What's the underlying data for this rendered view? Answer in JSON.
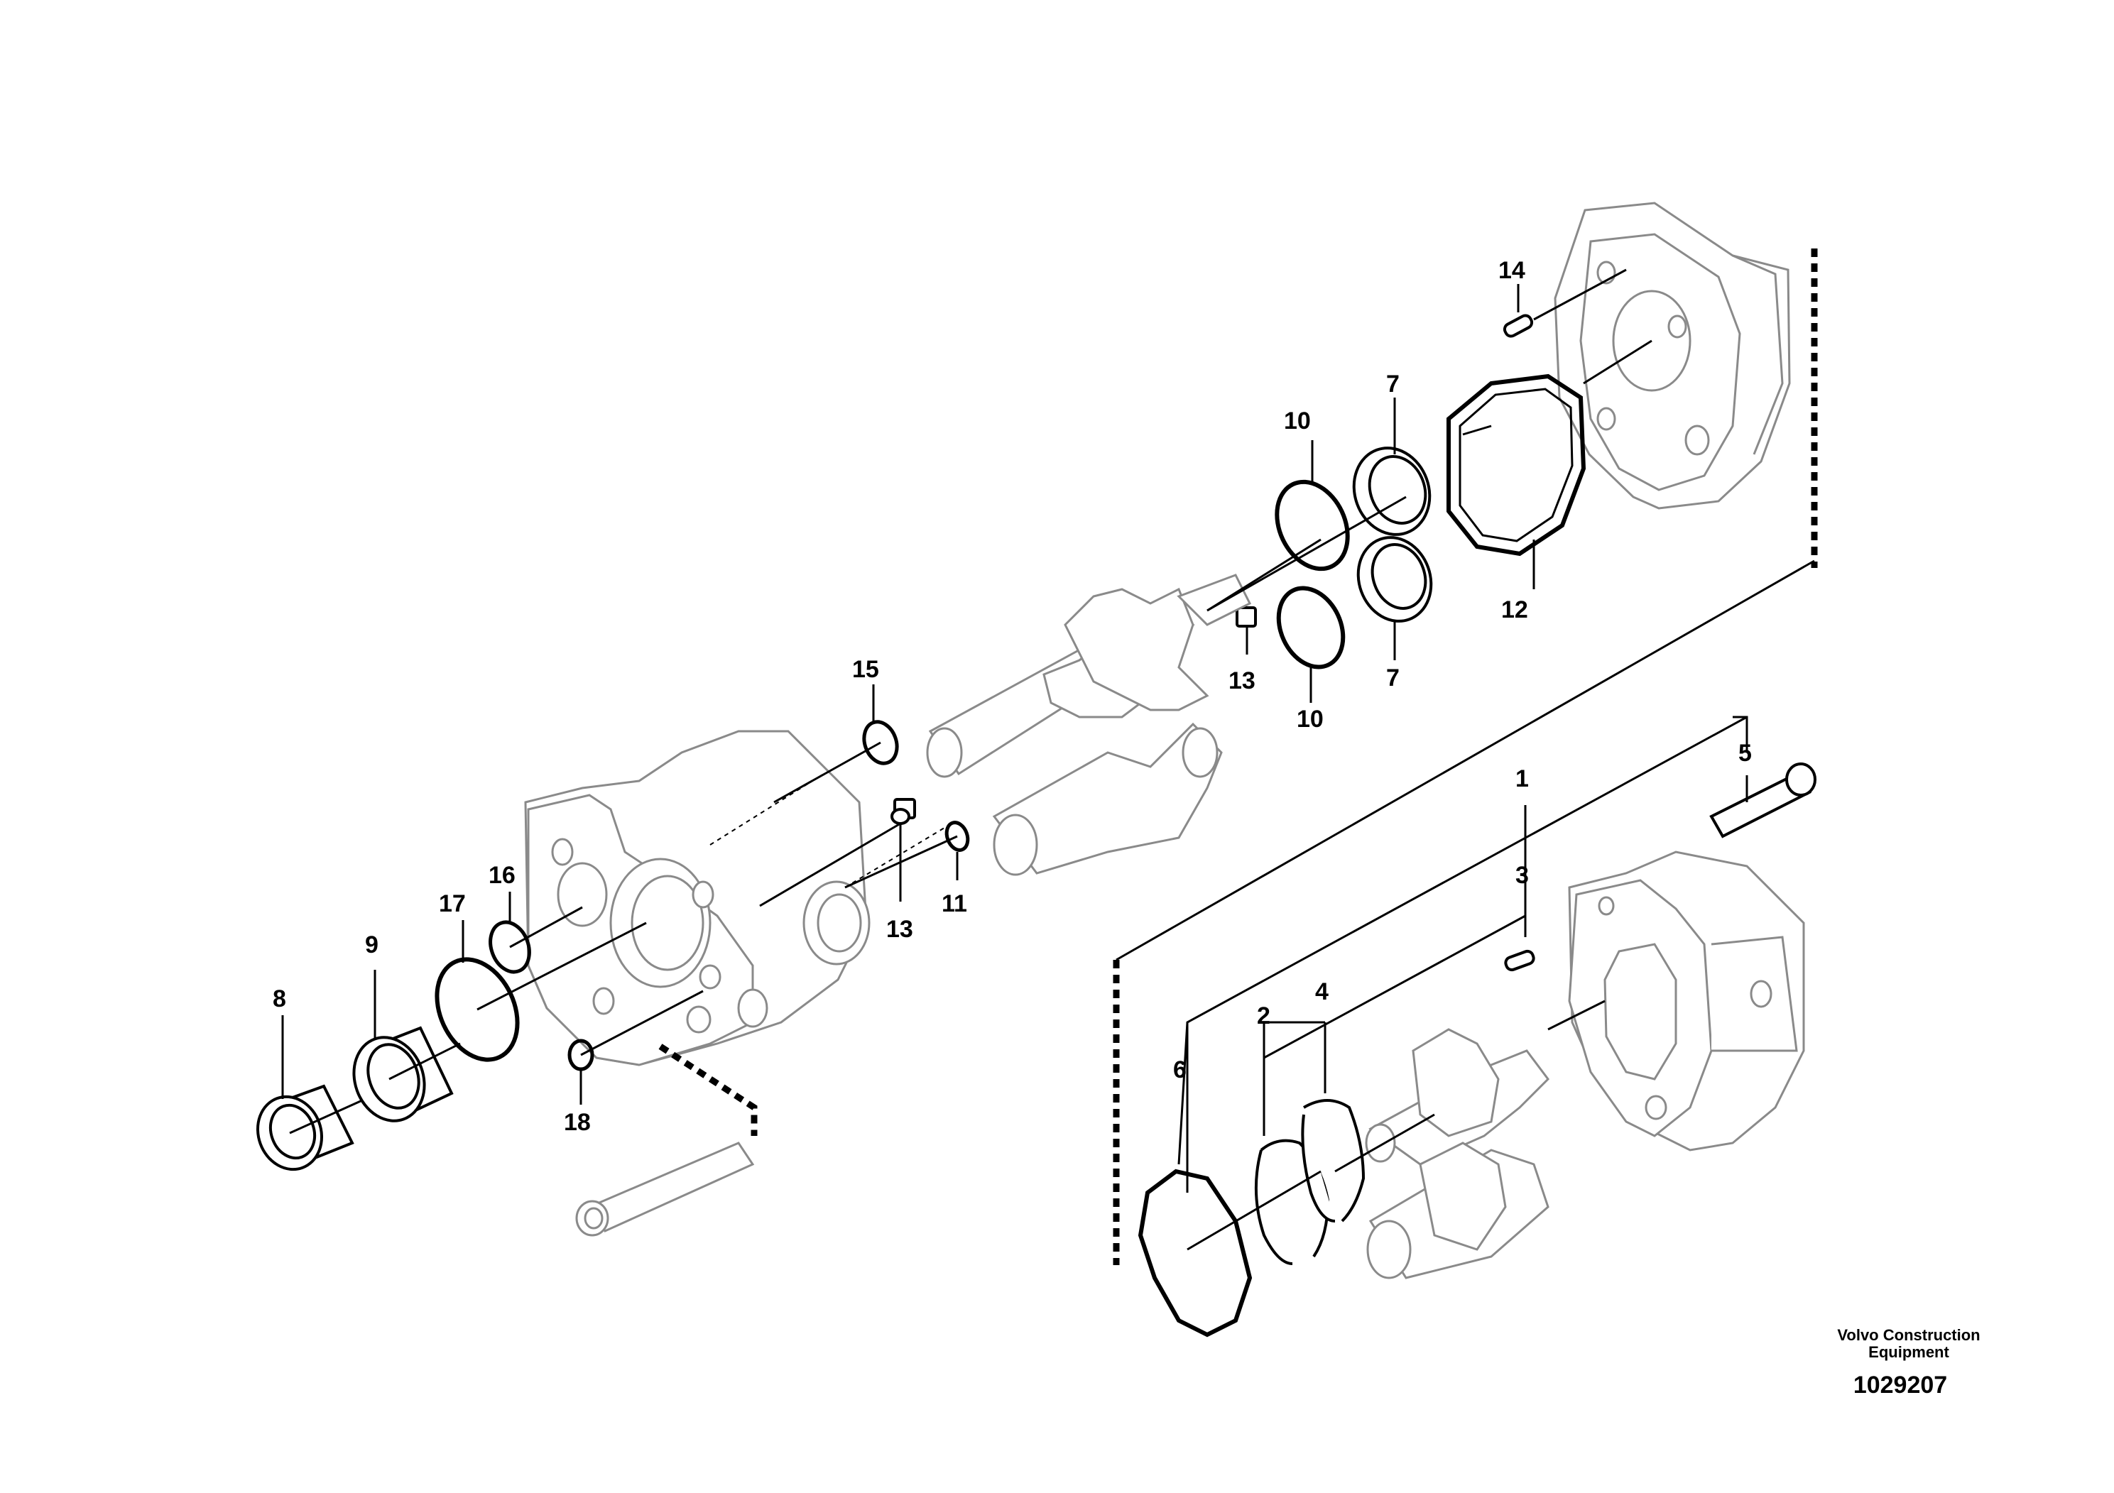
{
  "callouts": {
    "c1": "1",
    "c2": "2",
    "c3": "3",
    "c4": "4",
    "c5": "5",
    "c6": "6",
    "c7a": "7",
    "c7b": "7",
    "c8": "8",
    "c9": "9",
    "c10a": "10",
    "c10b": "10",
    "c11": "11",
    "c12": "12",
    "c13a": "13",
    "c13b": "13",
    "c14": "14",
    "c15": "15",
    "c16": "16",
    "c17": "17",
    "c18": "18"
  },
  "footer": {
    "maker_line1": "Volvo Construction",
    "maker_line2": "Equipment",
    "figure_number": "1029207"
  }
}
